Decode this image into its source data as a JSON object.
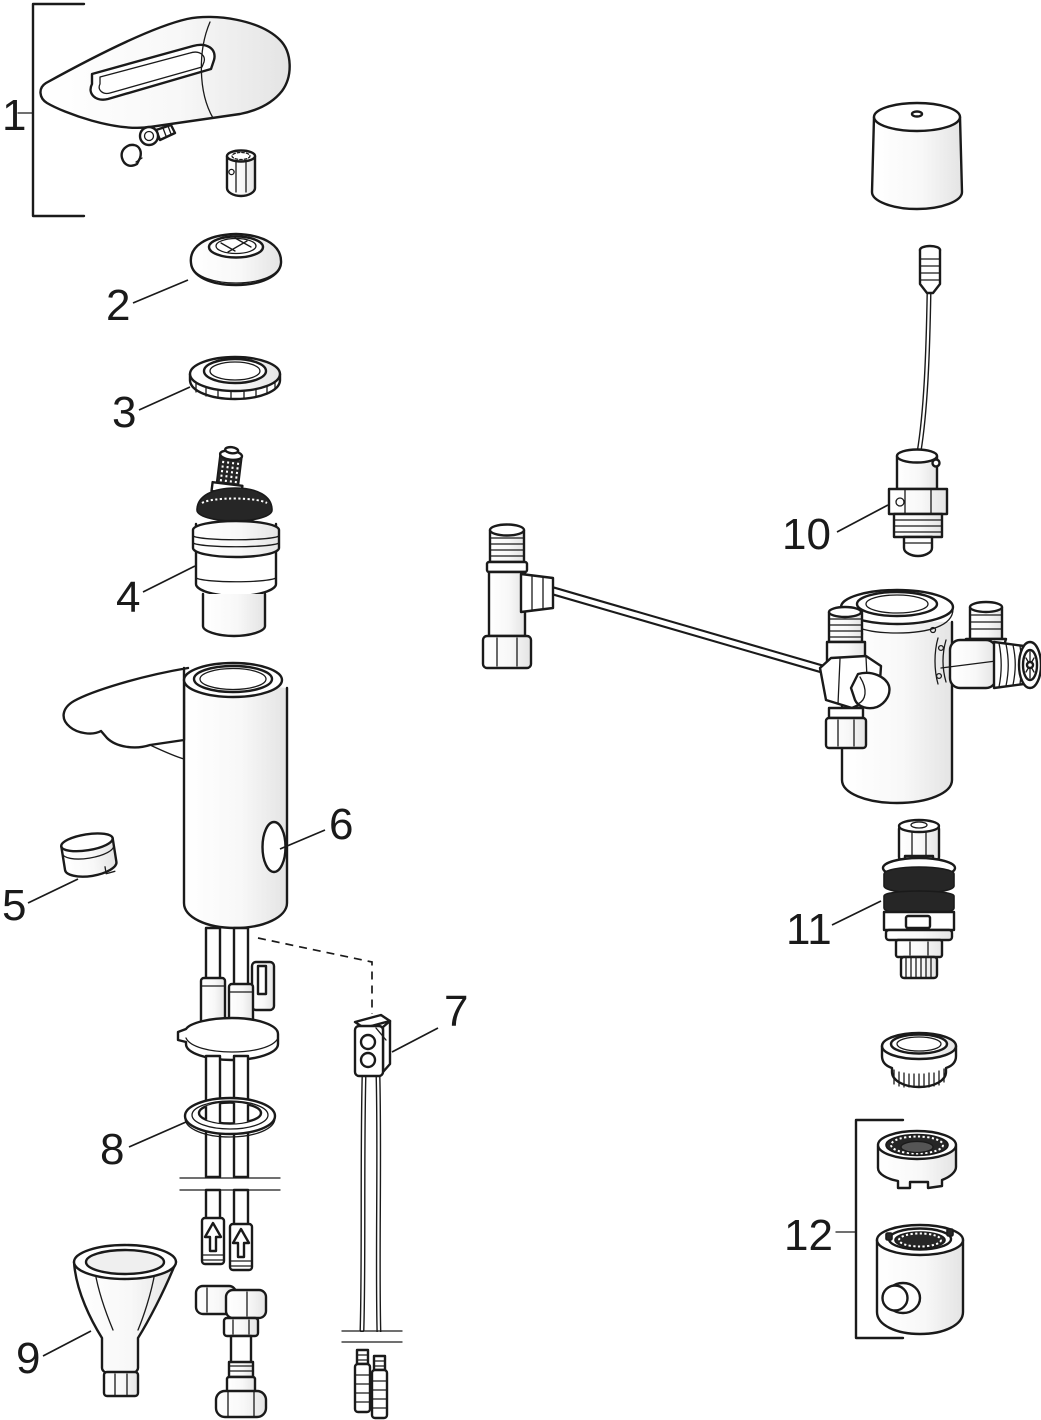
{
  "diagram": {
    "background": "#ffffff",
    "line_color": "#1a1a1a",
    "shade_color": "#ececec",
    "callouts": [
      {
        "number": "1",
        "part": "handle-lever-set"
      },
      {
        "number": "2",
        "part": "handle-dome-cover"
      },
      {
        "number": "3",
        "part": "cartridge-ring-nut"
      },
      {
        "number": "4",
        "part": "mixer-cartridge"
      },
      {
        "number": "5",
        "part": "aerator"
      },
      {
        "number": "6",
        "part": "faucet-body-sensor-window"
      },
      {
        "number": "7",
        "part": "sensor-cable-connector"
      },
      {
        "number": "8",
        "part": "base-sealing-ring"
      },
      {
        "number": "9",
        "part": "mounting-cone-socket"
      },
      {
        "number": "10",
        "part": "solenoid-valve-unit"
      },
      {
        "number": "11",
        "part": "thermostatic-cartridge"
      },
      {
        "number": "12",
        "part": "adapter-sleeve-set"
      }
    ]
  }
}
